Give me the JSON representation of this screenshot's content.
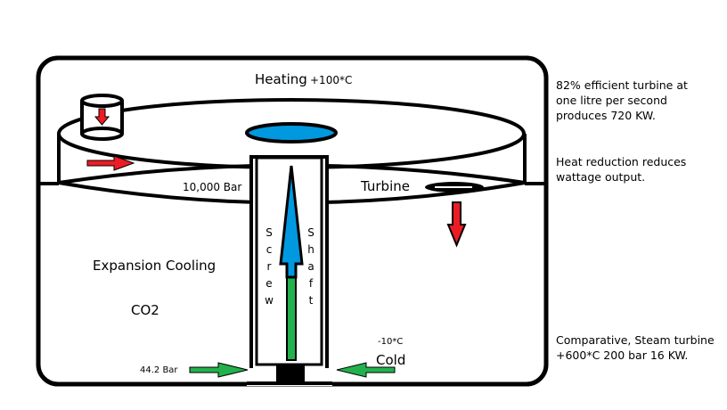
{
  "diagram": {
    "labels": {
      "heating": "Heating",
      "heating_temp": "+100*C",
      "pressure_high": "10,000 Bar",
      "turbine": "Turbine",
      "expansion_cooling": "Expansion Cooling",
      "gas": "CO2",
      "pressure_low": "44.2 Bar",
      "cold_temp": "-10*C",
      "cold": "Cold",
      "screw_letters": [
        "S",
        "c",
        "r",
        "e",
        "w"
      ],
      "shaft_letters": [
        "S",
        "h",
        "a",
        "f",
        "t"
      ]
    },
    "notes": {
      "efficiency": "82% efficient turbine at\none litre per second\nproduces 720 KW.",
      "heat_reduction": "Heat reduction reduces\nwattage output.",
      "comparison": "Comparative, Steam turbine\n+600*C 200 bar 16 KW."
    },
    "colors": {
      "outline": "#000000",
      "water": "#0099e0",
      "flow_green": "#22b14c",
      "arrow_red": "#ed1c24",
      "background": "#ffffff"
    }
  }
}
